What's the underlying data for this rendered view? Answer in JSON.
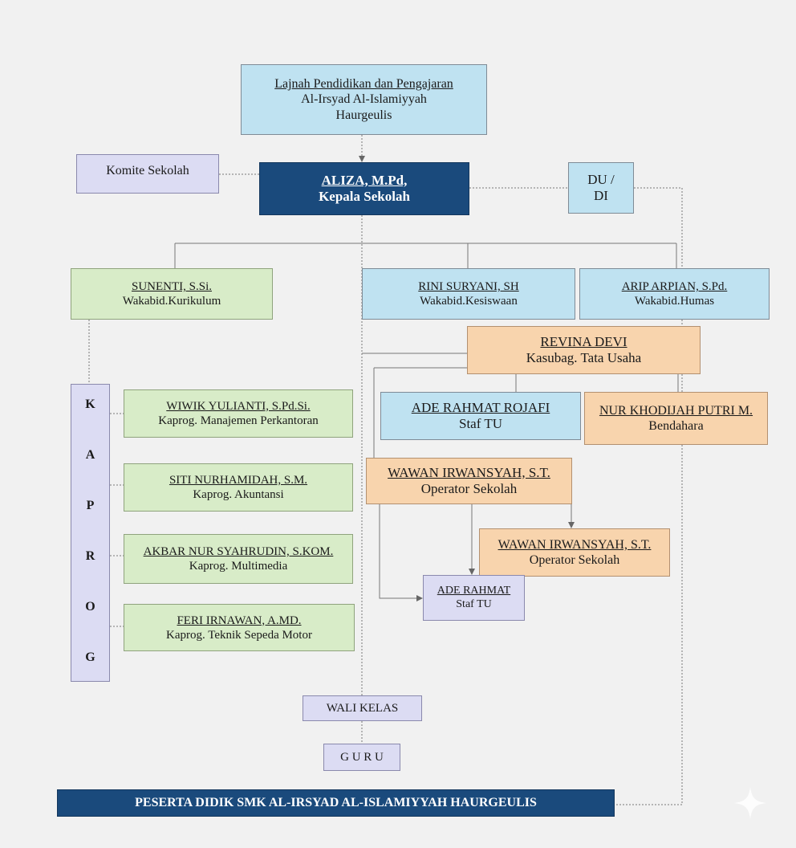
{
  "lajnah": {
    "line1": "Lajnah Pendidikan dan Pengajaran",
    "line2": "Al-Irsyad Al-Islamiyyah",
    "line3": "Haurgeulis"
  },
  "komite": {
    "label": "Komite Sekolah"
  },
  "kepala": {
    "name": "ALIZA, M.Pd,",
    "title": "Kepala Sekolah"
  },
  "dudi": {
    "line1": "DU /",
    "line2": "DI"
  },
  "kurikulum": {
    "name": "SUNENTI, S.Si.",
    "title": "Wakabid.Kurikulum"
  },
  "kesiswaan": {
    "name": "RINI SURYANI, SH",
    "title": "Wakabid.Kesiswaan"
  },
  "humas": {
    "name": "ARIP ARPIAN, S.Pd.",
    "title": "Wakabid.Humas"
  },
  "tatausaha": {
    "name": "REVINA DEVI",
    "title": "Kasubag. Tata Usaha"
  },
  "staftu": {
    "name": "ADE RAHMAT ROJAFI",
    "title": "Staf TU"
  },
  "bendahara": {
    "name": "NUR KHODIJAH PUTRI M.",
    "title": "Bendahara"
  },
  "operator1": {
    "name": "WAWAN IRWANSYAH, S.T.",
    "title": "Operator Sekolah"
  },
  "operator2": {
    "name": "WAWAN IRWANSYAH, S.T.",
    "title": "Operator Sekolah"
  },
  "staftu2": {
    "name": "ADE RAHMAT",
    "title": "Staf TU"
  },
  "kaprog_letters": [
    "K",
    "A",
    "P",
    "R",
    "O",
    "G"
  ],
  "kaprog_items": [
    {
      "name": "WIWIK YULIANTI, S.Pd.Si.",
      "title": "Kaprog. Manajemen Perkantoran"
    },
    {
      "name": "SITI NURHAMIDAH, S.M.",
      "title": "Kaprog. Akuntansi"
    },
    {
      "name": "AKBAR NUR SYAHRUDIN, S.KOM.",
      "title": "Kaprog. Multimedia"
    },
    {
      "name": "FERI IRNAWAN, A.MD.",
      "title": "Kaprog. Teknik Sepeda Motor"
    }
  ],
  "walikelas": {
    "label": "WALI KELAS"
  },
  "guru": {
    "label": "G U R U"
  },
  "peserta": {
    "label": "PESERTA DIDIK SMK AL-IRSYAD AL-ISLAMIYYAH HAURGEULIS"
  },
  "colors": {
    "navy": "#1a4a7c",
    "blue": "#bfe2f1",
    "green": "#d8ecc8",
    "orange": "#f8d4ad",
    "lavender": "#dcdcf3"
  }
}
